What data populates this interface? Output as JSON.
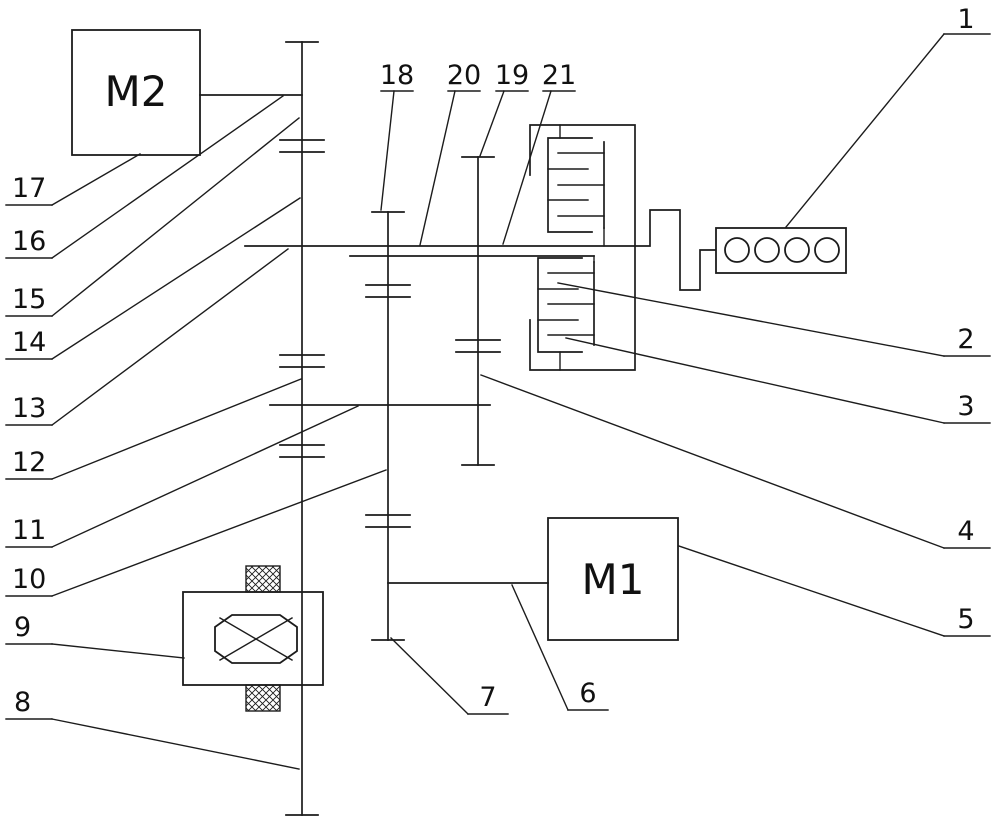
{
  "diagram": {
    "type": "patent-transmission-schematic",
    "labels": {
      "m1": "M1",
      "m2": "M2"
    },
    "callouts": {
      "n1": "1",
      "n2": "2",
      "n3": "3",
      "n4": "4",
      "n5": "5",
      "n6": "6",
      "n7": "7",
      "n8": "8",
      "n9": "9",
      "n10": "10",
      "n11": "11",
      "n12": "12",
      "n13": "13",
      "n14": "14",
      "n15": "15",
      "n16": "16",
      "n17": "17",
      "n18": "18",
      "n19": "19",
      "n20": "20",
      "n21": "21"
    },
    "colors": {
      "line": "#1c1c1c",
      "background": "#ffffff",
      "text": "#111111"
    }
  }
}
